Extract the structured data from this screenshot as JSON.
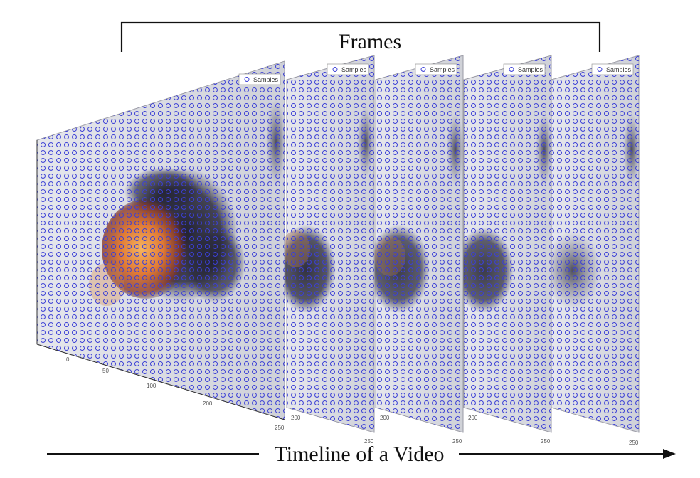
{
  "labels": {
    "frames": "Frames",
    "timeline": "Timeline of a Video"
  },
  "legend": {
    "marker_label": "Samples"
  },
  "frame_ticks": {
    "front": [
      "0",
      "50",
      "100",
      "200",
      "250"
    ],
    "back": [
      "200",
      "250"
    ]
  },
  "colors": {
    "sample_marker": "#3b3fd6",
    "panel_fill": "#d9dbe2",
    "axis_line": "#111111",
    "explosion_core": "#f08a3c",
    "smoke": "#2a2a3a"
  },
  "frame_count": 5
}
